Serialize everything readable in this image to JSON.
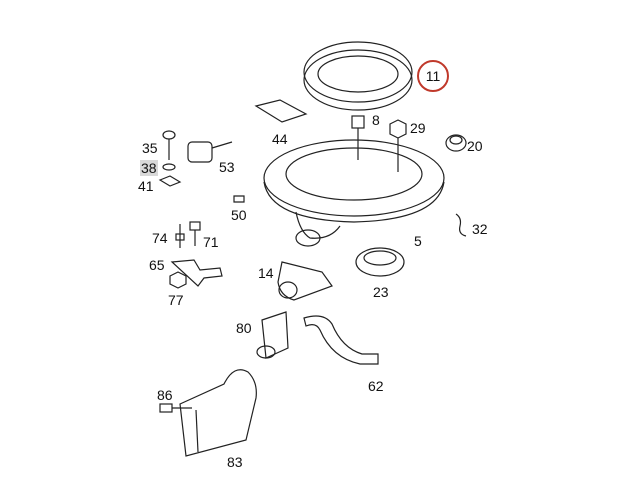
{
  "diagram": {
    "highlight_color": "#c0392b",
    "selected_part": "11",
    "part_labels": {
      "p8": "8",
      "p29": "29",
      "p20": "20",
      "p44": "44",
      "p35": "35",
      "p38": "38",
      "p53": "53",
      "p41": "41",
      "p50": "50",
      "p32": "32",
      "p74": "74",
      "p71": "71",
      "p5": "5",
      "p65": "65",
      "p14": "14",
      "p23": "23",
      "p77": "77",
      "p80": "80",
      "p62": "62",
      "p86": "86",
      "p83": "83"
    }
  }
}
